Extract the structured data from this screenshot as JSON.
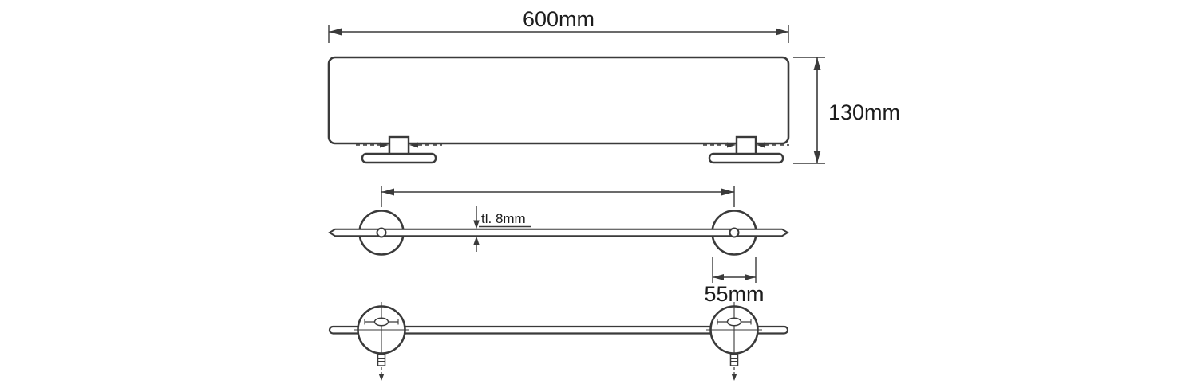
{
  "diagram": {
    "type": "technical-drawing",
    "views": {
      "front": "front-elevation-of-shelf",
      "side": "glass-shelf-profile-with-wall-mounts",
      "top": "plan-view-of-shelf-rod-and-flanges"
    },
    "dimensions": {
      "width_label": "600mm",
      "height_label": "130mm",
      "glass_thickness_label": "tl. 8mm",
      "flange_diameter_label": "55mm"
    },
    "colors": {
      "line": "#3a3a3a",
      "text": "#1c1c1c",
      "background": "#ffffff"
    }
  }
}
